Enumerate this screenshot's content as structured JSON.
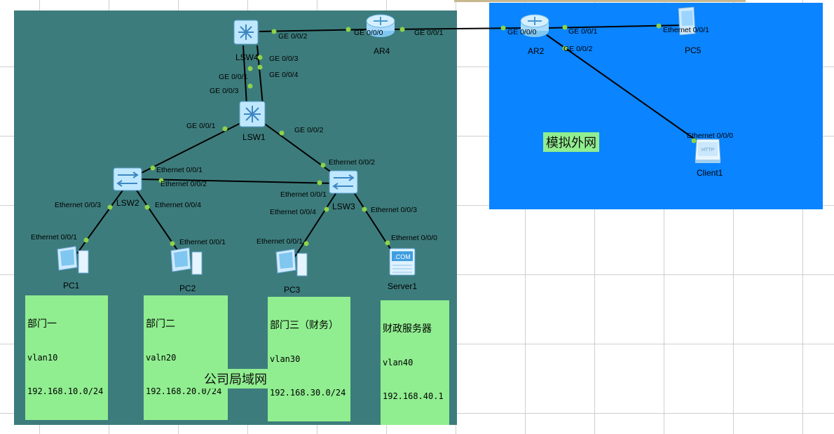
{
  "zones": {
    "lan_label": "公司局域网",
    "wan_label": "模拟外网"
  },
  "devices": {
    "lsw4": "LSW4",
    "ar4": "AR4",
    "ar2": "AR2",
    "pc5": "PC5",
    "lsw1": "LSW1",
    "lsw2": "LSW2",
    "lsw3": "LSW3",
    "pc1": "PC1",
    "pc2": "PC2",
    "pc3": "PC3",
    "server1": "Server1",
    "client1": "Client1"
  },
  "ports": {
    "lsw4_ar4": "GE 0/0/2",
    "ar4_lsw4": "GE 0/0/0",
    "ar4_ar2": "GE 0/0/1",
    "ar2_ar4": "GE 0/0/0",
    "ar2_pc5": "GE 0/0/1",
    "pc5_ar2": "Ethernet 0/0/1",
    "ar2_client": "GE 0/0/2",
    "client_ar2": "Ethernet 0/0/0",
    "lsw4_a": "GE 0/0/3",
    "lsw4_b": "GE 0/0/4",
    "lsw1_a": "GE 0/0/1",
    "lsw1_b": "GE 0/0/3",
    "lsw1_lsw2": "GE 0/0/1",
    "lsw1_lsw3": "GE 0/0/2",
    "lsw2_lsw1": "Ethernet 0/0/1",
    "lsw2_lsw3": "Ethernet 0/0/2",
    "lsw3_lsw1": "Ethernet 0/0/2",
    "lsw3_lsw2": "Ethernet 0/0/1",
    "lsw2_pc1": "Ethernet 0/0/3",
    "lsw2_pc2": "Ethernet 0/0/4",
    "lsw3_pc3": "Ethernet 0/0/4",
    "lsw3_server": "Ethernet 0/0/3",
    "pc1_port": "Ethernet 0/0/1",
    "pc2_port": "Ethernet 0/0/1",
    "pc3_port": "Ethernet 0/0/1",
    "server_port": "Ethernet 0/0/0"
  },
  "departments": [
    {
      "title": "部门一",
      "vlan": "vlan10",
      "subnet": "192.168.10.0/24"
    },
    {
      "title": "部门二",
      "vlan": "valn20",
      "subnet": "192.168.20.0/24"
    },
    {
      "title": "部门三（财务）",
      "vlan": "vlan30",
      "subnet": "192.168.30.0/24"
    },
    {
      "title": "财政服务器",
      "vlan": "vlan40",
      "subnet": "192.168.40.1"
    }
  ],
  "icons": {
    "switch": "switch-icon",
    "router": "router-icon",
    "pc": "pc-icon",
    "server": "server-icon",
    "client": "http-client-icon"
  },
  "server_badge": ".COM",
  "client_badge": "HTTP",
  "colors": {
    "lan_zone": "#3d7c7c",
    "wan_zone": "#0a84ff",
    "label_bg": "#90ee90",
    "port_dot": "#8bd34a"
  }
}
